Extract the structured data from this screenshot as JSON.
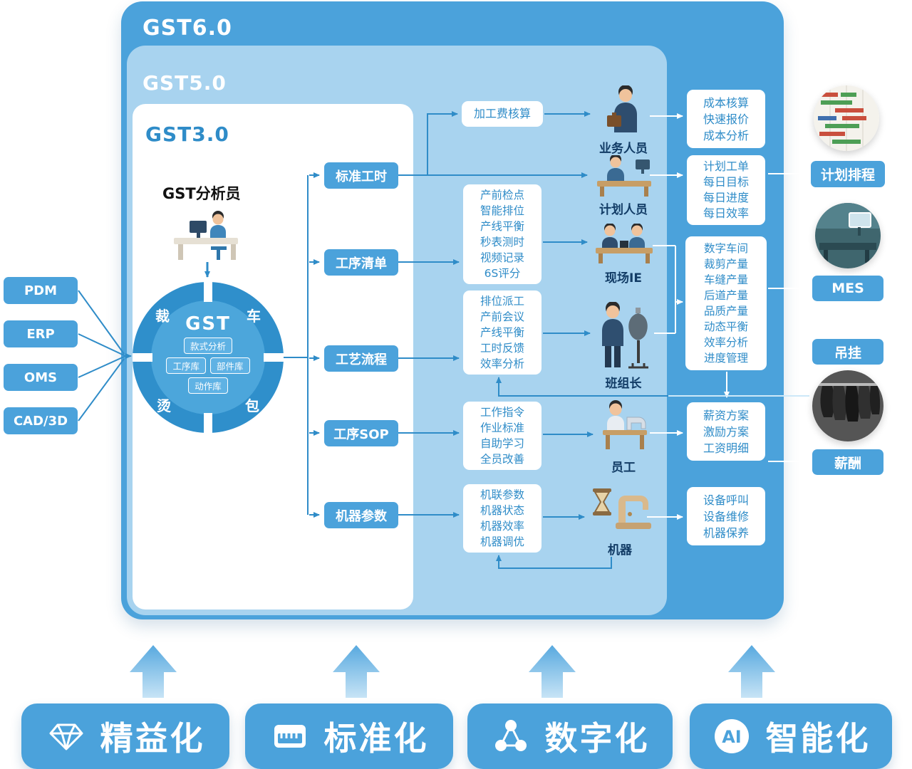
{
  "colors": {
    "primary_blue": "#4BA2DB",
    "layer5_blue": "#A8D3EF",
    "line_blue": "#2F8CC8",
    "text_blue": "#2F8CC8",
    "role_label_navy": "#123C66"
  },
  "layers": {
    "gst6": "GST6.0",
    "gst5": "GST5.0",
    "gst3": "GST3.0"
  },
  "analyst": {
    "label": "GST分析员"
  },
  "gst_circle": {
    "title": "GST",
    "ring_labels": [
      "裁",
      "车",
      "烫",
      "包"
    ],
    "chips": [
      "款式分析",
      "工序库",
      "部件库",
      "动作库"
    ]
  },
  "inputs": [
    "PDM",
    "ERP",
    "OMS",
    "CAD/3D"
  ],
  "modules": [
    "标准工时",
    "工序清单",
    "工艺流程",
    "工序SOP",
    "机器参数"
  ],
  "detail_boxes": {
    "costing": [
      "加工费核算"
    ],
    "pre_production": [
      "产前检点",
      "智能排位",
      "产线平衡",
      "秒表测时",
      "视频记录",
      "6S评分"
    ],
    "dispatch": [
      "排位派工",
      "产前会议",
      "产线平衡",
      "工时反馈",
      "效率分析"
    ],
    "work_guide": [
      "工作指令",
      "作业标准",
      "自助学习",
      "全员改善"
    ],
    "machine": [
      "机联参数",
      "机器状态",
      "机器效率",
      "机器调优"
    ]
  },
  "roles": {
    "business": "业务人员",
    "planner": "计划人员",
    "site_ie": "现场IE",
    "team_leader": "班组长",
    "worker": "员工",
    "machine": "机器"
  },
  "outputs": {
    "costing": [
      "成本核算",
      "快速报价",
      "成本分析"
    ],
    "planning": [
      "计划工单",
      "每日目标",
      "每日进度",
      "每日效率"
    ],
    "workshop": [
      "数字车间",
      "裁剪产量",
      "车缝产量",
      "后道产量",
      "品质产量",
      "动态平衡",
      "效率分析",
      "进度管理"
    ],
    "salary": [
      "薪资方案",
      "激励方案",
      "工资明细"
    ],
    "equipment": [
      "设备呼叫",
      "设备维修",
      "机器保养"
    ]
  },
  "right_panel": {
    "schedule": "计划排程",
    "mes": "MES",
    "hanging": "吊挂",
    "salary": "薪酬"
  },
  "pillars": [
    {
      "label": "精益化",
      "icon": "gem-icon"
    },
    {
      "label": "标准化",
      "icon": "standard-board-icon"
    },
    {
      "label": "数字化",
      "icon": "network-share-icon"
    },
    {
      "label": "智能化",
      "icon": "ai-head-icon"
    }
  ]
}
